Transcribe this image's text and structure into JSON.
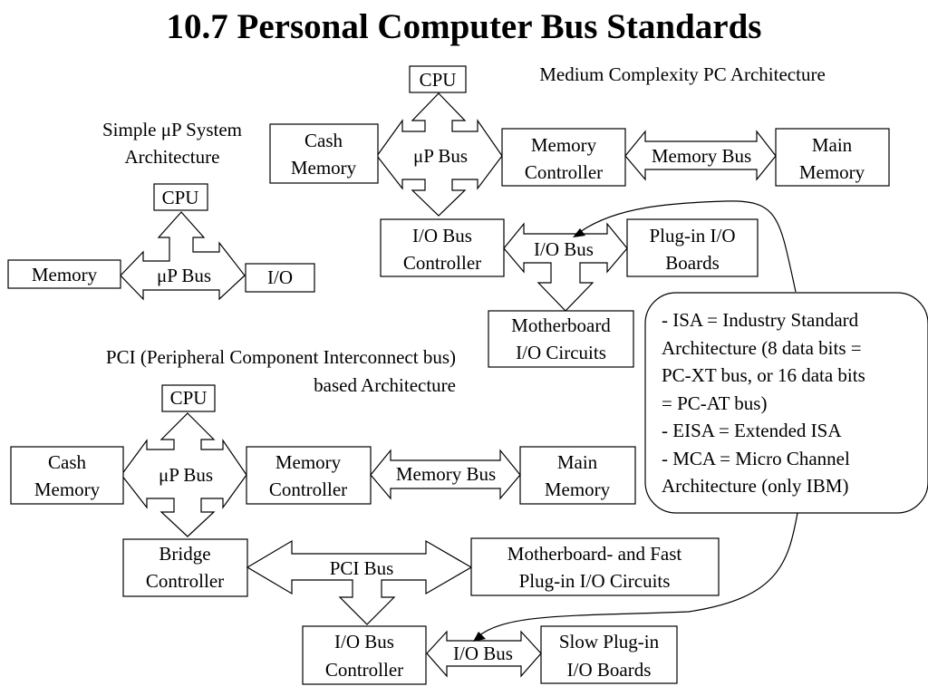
{
  "title": "10.7 Personal Computer Bus Standards",
  "simple": {
    "caption_line1": "Simple μP System",
    "caption_line2": "Architecture",
    "cpu": "CPU",
    "memory": "Memory",
    "io": "I/O",
    "bus": "μP Bus"
  },
  "medium": {
    "caption": "Medium Complexity PC Architecture",
    "cpu": "CPU",
    "cache_line1": "Cash",
    "cache_line2": "Memory",
    "bus": "μP Bus",
    "memctrl_line1": "Memory",
    "memctrl_line2": "Controller",
    "membus": "Memory Bus",
    "mainmem_line1": "Main",
    "mainmem_line2": "Memory",
    "iobusctrl_line1": "I/O Bus",
    "iobusctrl_line2": "Controller",
    "iobus": "I/O Bus",
    "plugin_line1": "Plug-in I/O",
    "plugin_line2": "Boards",
    "mobo_line1": "Motherboard",
    "mobo_line2": "I/O Circuits"
  },
  "pci": {
    "caption_line1": "PCI (Peripheral Component Interconnect bus)",
    "caption_line2": "based Architecture",
    "cpu": "CPU",
    "cache_line1": "Cash",
    "cache_line2": "Memory",
    "bus": "μP Bus",
    "memctrl_line1": "Memory",
    "memctrl_line2": "Controller",
    "membus": "Memory Bus",
    "mainmem_line1": "Main",
    "mainmem_line2": "Memory",
    "bridge_line1": "Bridge",
    "bridge_line2": "Controller",
    "pcibus": "PCI Bus",
    "fastio_line1": "Motherboard- and Fast",
    "fastio_line2": "Plug-in I/O Circuits",
    "iobusctrl_line1": "I/O Bus",
    "iobusctrl_line2": "Controller",
    "iobus": "I/O Bus",
    "slow_line1": "Slow Plug-in",
    "slow_line2": "I/O Boards"
  },
  "note": {
    "line1": "- ISA = Industry Standard",
    "line2": "Architecture (8 data bits =",
    "line3": "PC-XT bus, or 16 data bits",
    "line4": "= PC-AT bus)",
    "line5": "- EISA = Extended ISA",
    "line6": "- MCA = Micro Channel",
    "line7": "Architecture (only IBM)"
  }
}
